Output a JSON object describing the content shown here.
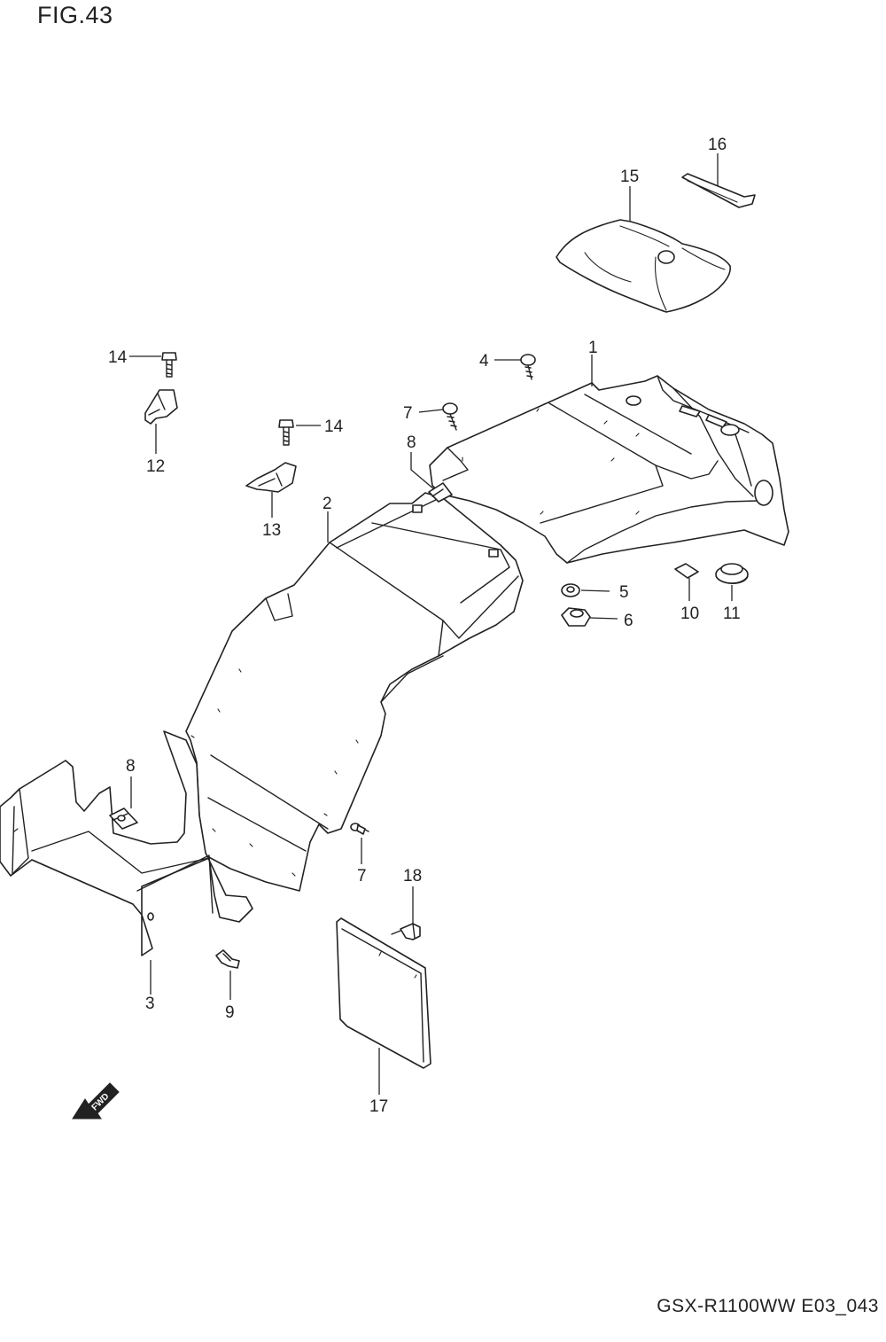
{
  "figure": {
    "title": "FIG.43",
    "model_code": "GSX-R1100WW  E03_043",
    "direction_label": "FWD"
  },
  "callouts": [
    "1",
    "2",
    "3",
    "4",
    "5",
    "6",
    "7",
    "7",
    "8",
    "8",
    "9",
    "10",
    "11",
    "12",
    "13",
    "14",
    "14",
    "15",
    "16",
    "17",
    "18"
  ]
}
